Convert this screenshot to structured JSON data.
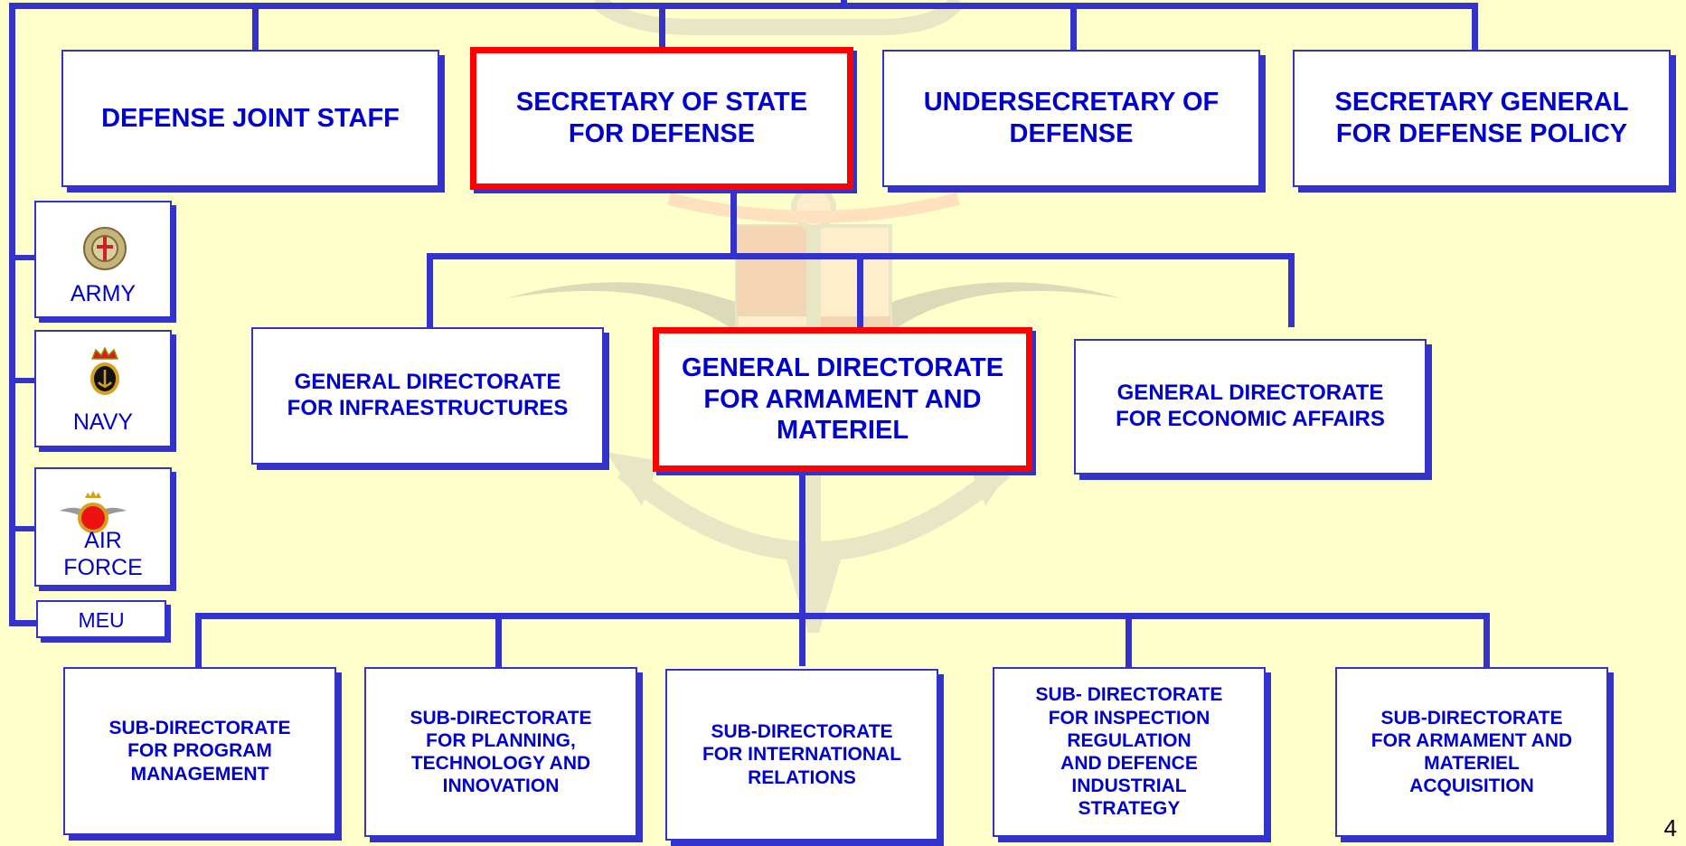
{
  "colors": {
    "background": "#ffffcc",
    "connector": "#3333cc",
    "highlight": "#ff0000",
    "text": "#0000cc"
  },
  "top_level": [
    {
      "label": "DEFENSE JOINT STAFF",
      "highlighted": false
    },
    {
      "label": "SECRETARY OF STATE\nFOR DEFENSE",
      "highlighted": true
    },
    {
      "label": "UNDERSECRETARY OF\nDEFENSE",
      "highlighted": false
    },
    {
      "label": "SECRETARY GENERAL\nFOR DEFENSE POLICY",
      "highlighted": false
    }
  ],
  "services": [
    {
      "label": "ARMY",
      "icon": "army-emblem-icon"
    },
    {
      "label": "NAVY",
      "icon": "navy-emblem-icon"
    },
    {
      "label": "AIR\nFORCE",
      "icon": "air-force-emblem-icon"
    },
    {
      "label": "MEU"
    }
  ],
  "directorates": [
    {
      "label": "GENERAL DIRECTORATE\nFOR INFRAESTRUCTURES",
      "highlighted": false
    },
    {
      "label": "GENERAL DIRECTORATE\nFOR ARMAMENT AND\nMATERIEL",
      "highlighted": true
    },
    {
      "label": "GENERAL DIRECTORATE\nFOR ECONOMIC AFFAIRS",
      "highlighted": false
    }
  ],
  "sub_directorates": [
    {
      "label": "SUB-DIRECTORATE\nFOR PROGRAM\nMANAGEMENT"
    },
    {
      "label": "SUB-DIRECTORATE\nFOR PLANNING,\nTECHNOLOGY AND\nINNOVATION"
    },
    {
      "label": "SUB-DIRECTORATE\nFOR INTERNATIONAL\nRELATIONS"
    },
    {
      "label": "SUB- DIRECTORATE\nFOR INSPECTION\nREGULATION\nAND DEFENCE\nINDUSTRIAL\nSTRATEGY"
    },
    {
      "label": "SUB-DIRECTORATE\nFOR ARMAMENT AND\nMATERIEL\nACQUISITION"
    }
  ],
  "page_number": "4"
}
